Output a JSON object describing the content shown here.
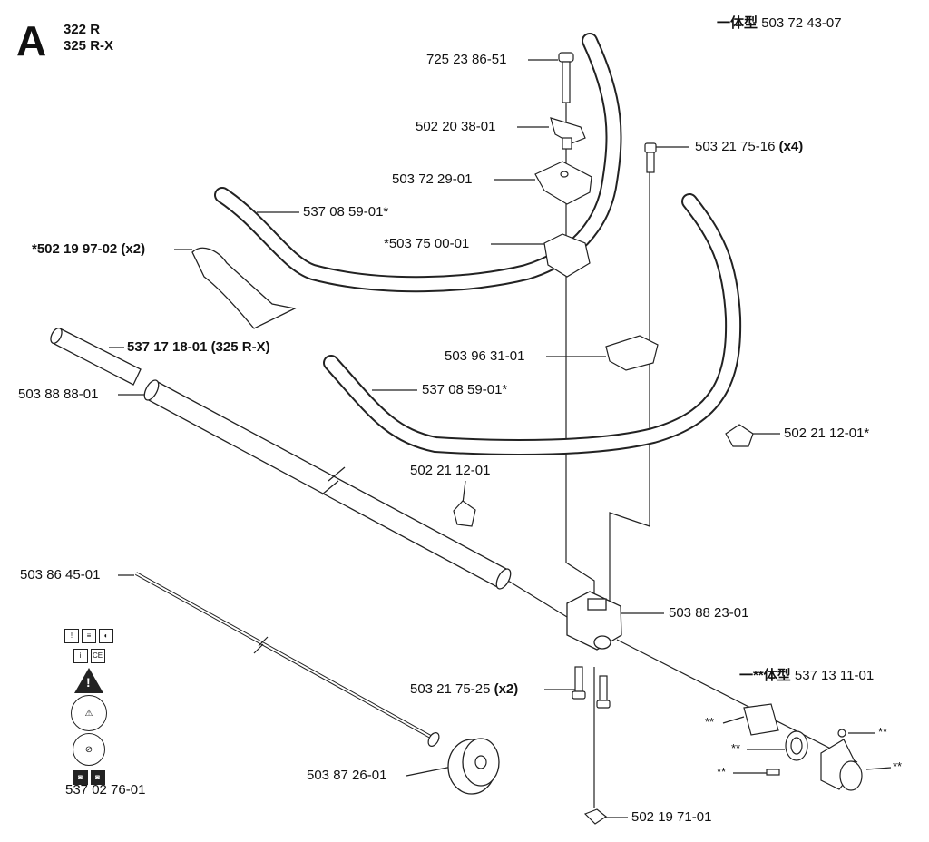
{
  "header": {
    "section_letter": "A",
    "models": [
      "322 R",
      "325 R-X"
    ]
  },
  "assemblies": {
    "top_right": {
      "prefix": "一体型",
      "part": "503 72 43-07"
    },
    "bottom_right": {
      "prefix": "一**体型",
      "part": "537 13 11-01"
    }
  },
  "parts": [
    {
      "id": "p1",
      "text": "725 23 86-51"
    },
    {
      "id": "p2",
      "text": "502 20 38-01"
    },
    {
      "id": "p3",
      "text": "503 21 75-16",
      "qty": "(x4)"
    },
    {
      "id": "p4",
      "text": "503 72 29-01"
    },
    {
      "id": "p5",
      "text": "537 08 59-01*"
    },
    {
      "id": "p6",
      "text": "*502 19 97-02 (x2)",
      "bold": true
    },
    {
      "id": "p7",
      "text": "*503 75 00-01"
    },
    {
      "id": "p8",
      "text": "537 17 18-01 (325 R-X)",
      "bold": true
    },
    {
      "id": "p9",
      "text": "503 96 31-01"
    },
    {
      "id": "p10",
      "text": "503 88 88-01"
    },
    {
      "id": "p11",
      "text": "537 08 59-01*"
    },
    {
      "id": "p12",
      "text": "502 21 12-01*"
    },
    {
      "id": "p13",
      "text": "502 21 12-01"
    },
    {
      "id": "p14",
      "text": "503 86 45-01"
    },
    {
      "id": "p15",
      "text": "503 88 23-01"
    },
    {
      "id": "p16",
      "text": "503 21 75-25",
      "qty": "(x2)"
    },
    {
      "id": "p17",
      "text": "503 87 26-01"
    },
    {
      "id": "p18",
      "text": "502 19 71-01"
    },
    {
      "id": "p19",
      "text": "537 02 76-01"
    }
  ],
  "star_marks": [
    "**",
    "**",
    "**",
    "**",
    "**"
  ],
  "decal": {
    "ce": "CE",
    "kit_symbol": "⚠"
  }
}
